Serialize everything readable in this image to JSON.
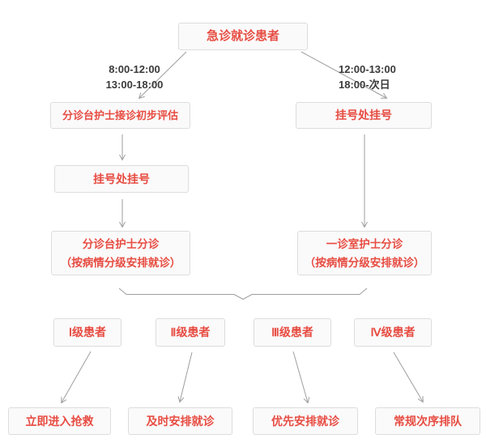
{
  "colors": {
    "accent_red": "#e74c42",
    "box_background": "#fafafa",
    "box_border": "#dddddd",
    "connector_gray": "#9e9e9e",
    "time_label_text": "#3a3a3a",
    "page_background": "#ffffff"
  },
  "flowchart": {
    "start": {
      "label": "急诊就诊患者"
    },
    "time_left": {
      "line1": "8:00-12:00",
      "line2": "13:00-18:00"
    },
    "time_right": {
      "line1": "12:00-13:00",
      "line2": "18:00-次日"
    },
    "left_branch": {
      "assess": {
        "label": "分诊台护士接诊初步评估"
      },
      "register": {
        "label": "挂号处挂号"
      },
      "triage": {
        "line1": "分诊台护士分诊",
        "line2": "（按病情分级安排就诊）"
      }
    },
    "right_branch": {
      "register": {
        "label": "挂号处挂号"
      },
      "triage": {
        "line1": "一诊室护士分诊",
        "line2": "（按病情分级安排就诊）"
      }
    },
    "levels": [
      {
        "label": "Ⅰ级患者"
      },
      {
        "label": "Ⅱ级患者"
      },
      {
        "label": "Ⅲ级患者"
      },
      {
        "label": "Ⅳ级患者"
      }
    ],
    "outcomes": [
      {
        "label": "立即进入抢救"
      },
      {
        "label": "及时安排就诊"
      },
      {
        "label": "优先安排就诊"
      },
      {
        "label": "常规次序排队"
      }
    ]
  }
}
